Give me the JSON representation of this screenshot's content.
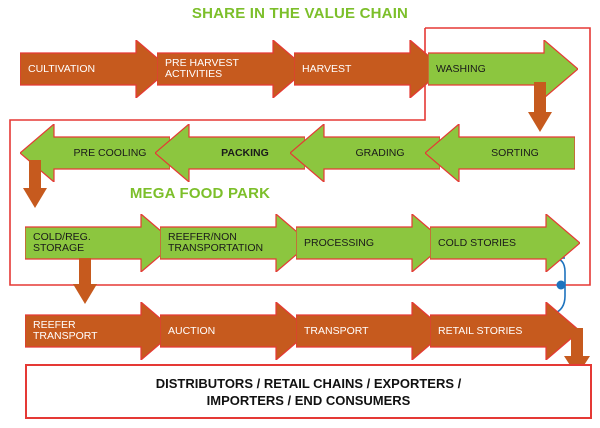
{
  "title": "SHARE IN THE VALUE CHAIN",
  "mega_label": "MEGA FOOD PARK",
  "colors": {
    "orange": "#c65a1e",
    "green": "#8cc63f",
    "title_green": "#7cbf2a",
    "outline_red": "#e53935",
    "connector_blue": "#1e73be"
  },
  "rows": {
    "row1": [
      "CULTIVATION",
      "PRE HARVEST\nACTIVITIES",
      "HARVEST",
      "WASHING"
    ],
    "row2": [
      "PRE COOLING",
      "PACKING",
      "GRADING",
      "SORTING"
    ],
    "row3": [
      "COLD/REG.\nSTORAGE",
      "REEFER/NON\nTRANSPORTATION",
      "PROCESSING",
      "COLD STORIES"
    ],
    "row4": [
      "REEFER\nTRANSPORT",
      "AUCTION",
      "TRANSPORT",
      "RETAIL STORIES"
    ]
  },
  "final_box": "DISTRIBUTORS / RETAIL CHAINS / EXPORTERS /\nIMPORTERS / END CONSUMERS"
}
